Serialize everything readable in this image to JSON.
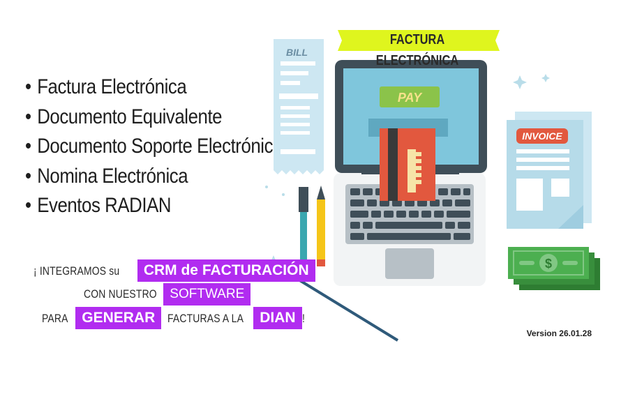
{
  "features": [
    "Factura Electrónica",
    "Documento Equivalente",
    "Documento Soporte Electrónico",
    "Nomina Electrónica",
    "Eventos RADIAN"
  ],
  "bullet_char": "•",
  "banner": "FACTURA ELECTRÓNICA",
  "illustration": {
    "bill_label": "BILL",
    "pay_label": "PAY",
    "invoice_label": "INVOICE",
    "dollar_symbol": "$"
  },
  "promo": {
    "line1_prefix": "¡ INTEGRAMOS su",
    "line1_tag": "CRM de FACTURACIÓN",
    "line2_prefix": "CON NUESTRO",
    "line2_tag": "SOFTWARE",
    "line3_prefix": "PARA",
    "line3_tag1": "GENERAR",
    "line3_middle": "FACTURAS A LA",
    "line3_tag2": "DIAN",
    "line3_suffix": "!"
  },
  "version": "Version 26.01.28",
  "colors": {
    "tag_bg": "#b12cf0",
    "banner_bg": "#dff51e",
    "screen": "#7fc6dc",
    "card": "#e2583e",
    "money": "#4caf50"
  }
}
